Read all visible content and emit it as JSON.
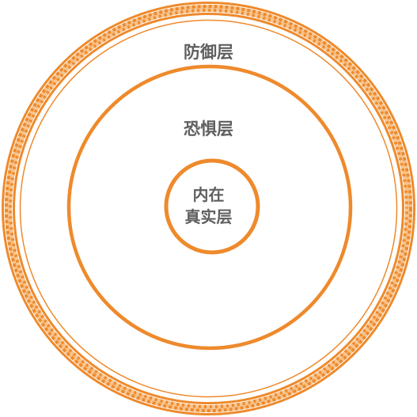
{
  "diagram": {
    "layers": {
      "outer": {
        "label": "防御层"
      },
      "middle": {
        "label": "恐惧层"
      },
      "inner": {
        "label_line1": "内在",
        "label_line2": "真实层"
      }
    }
  },
  "colors": {
    "ring": "#ee8a2c",
    "ring_light": "#f7c48e",
    "text": "#5f5f5f",
    "background": "#ffffff"
  }
}
